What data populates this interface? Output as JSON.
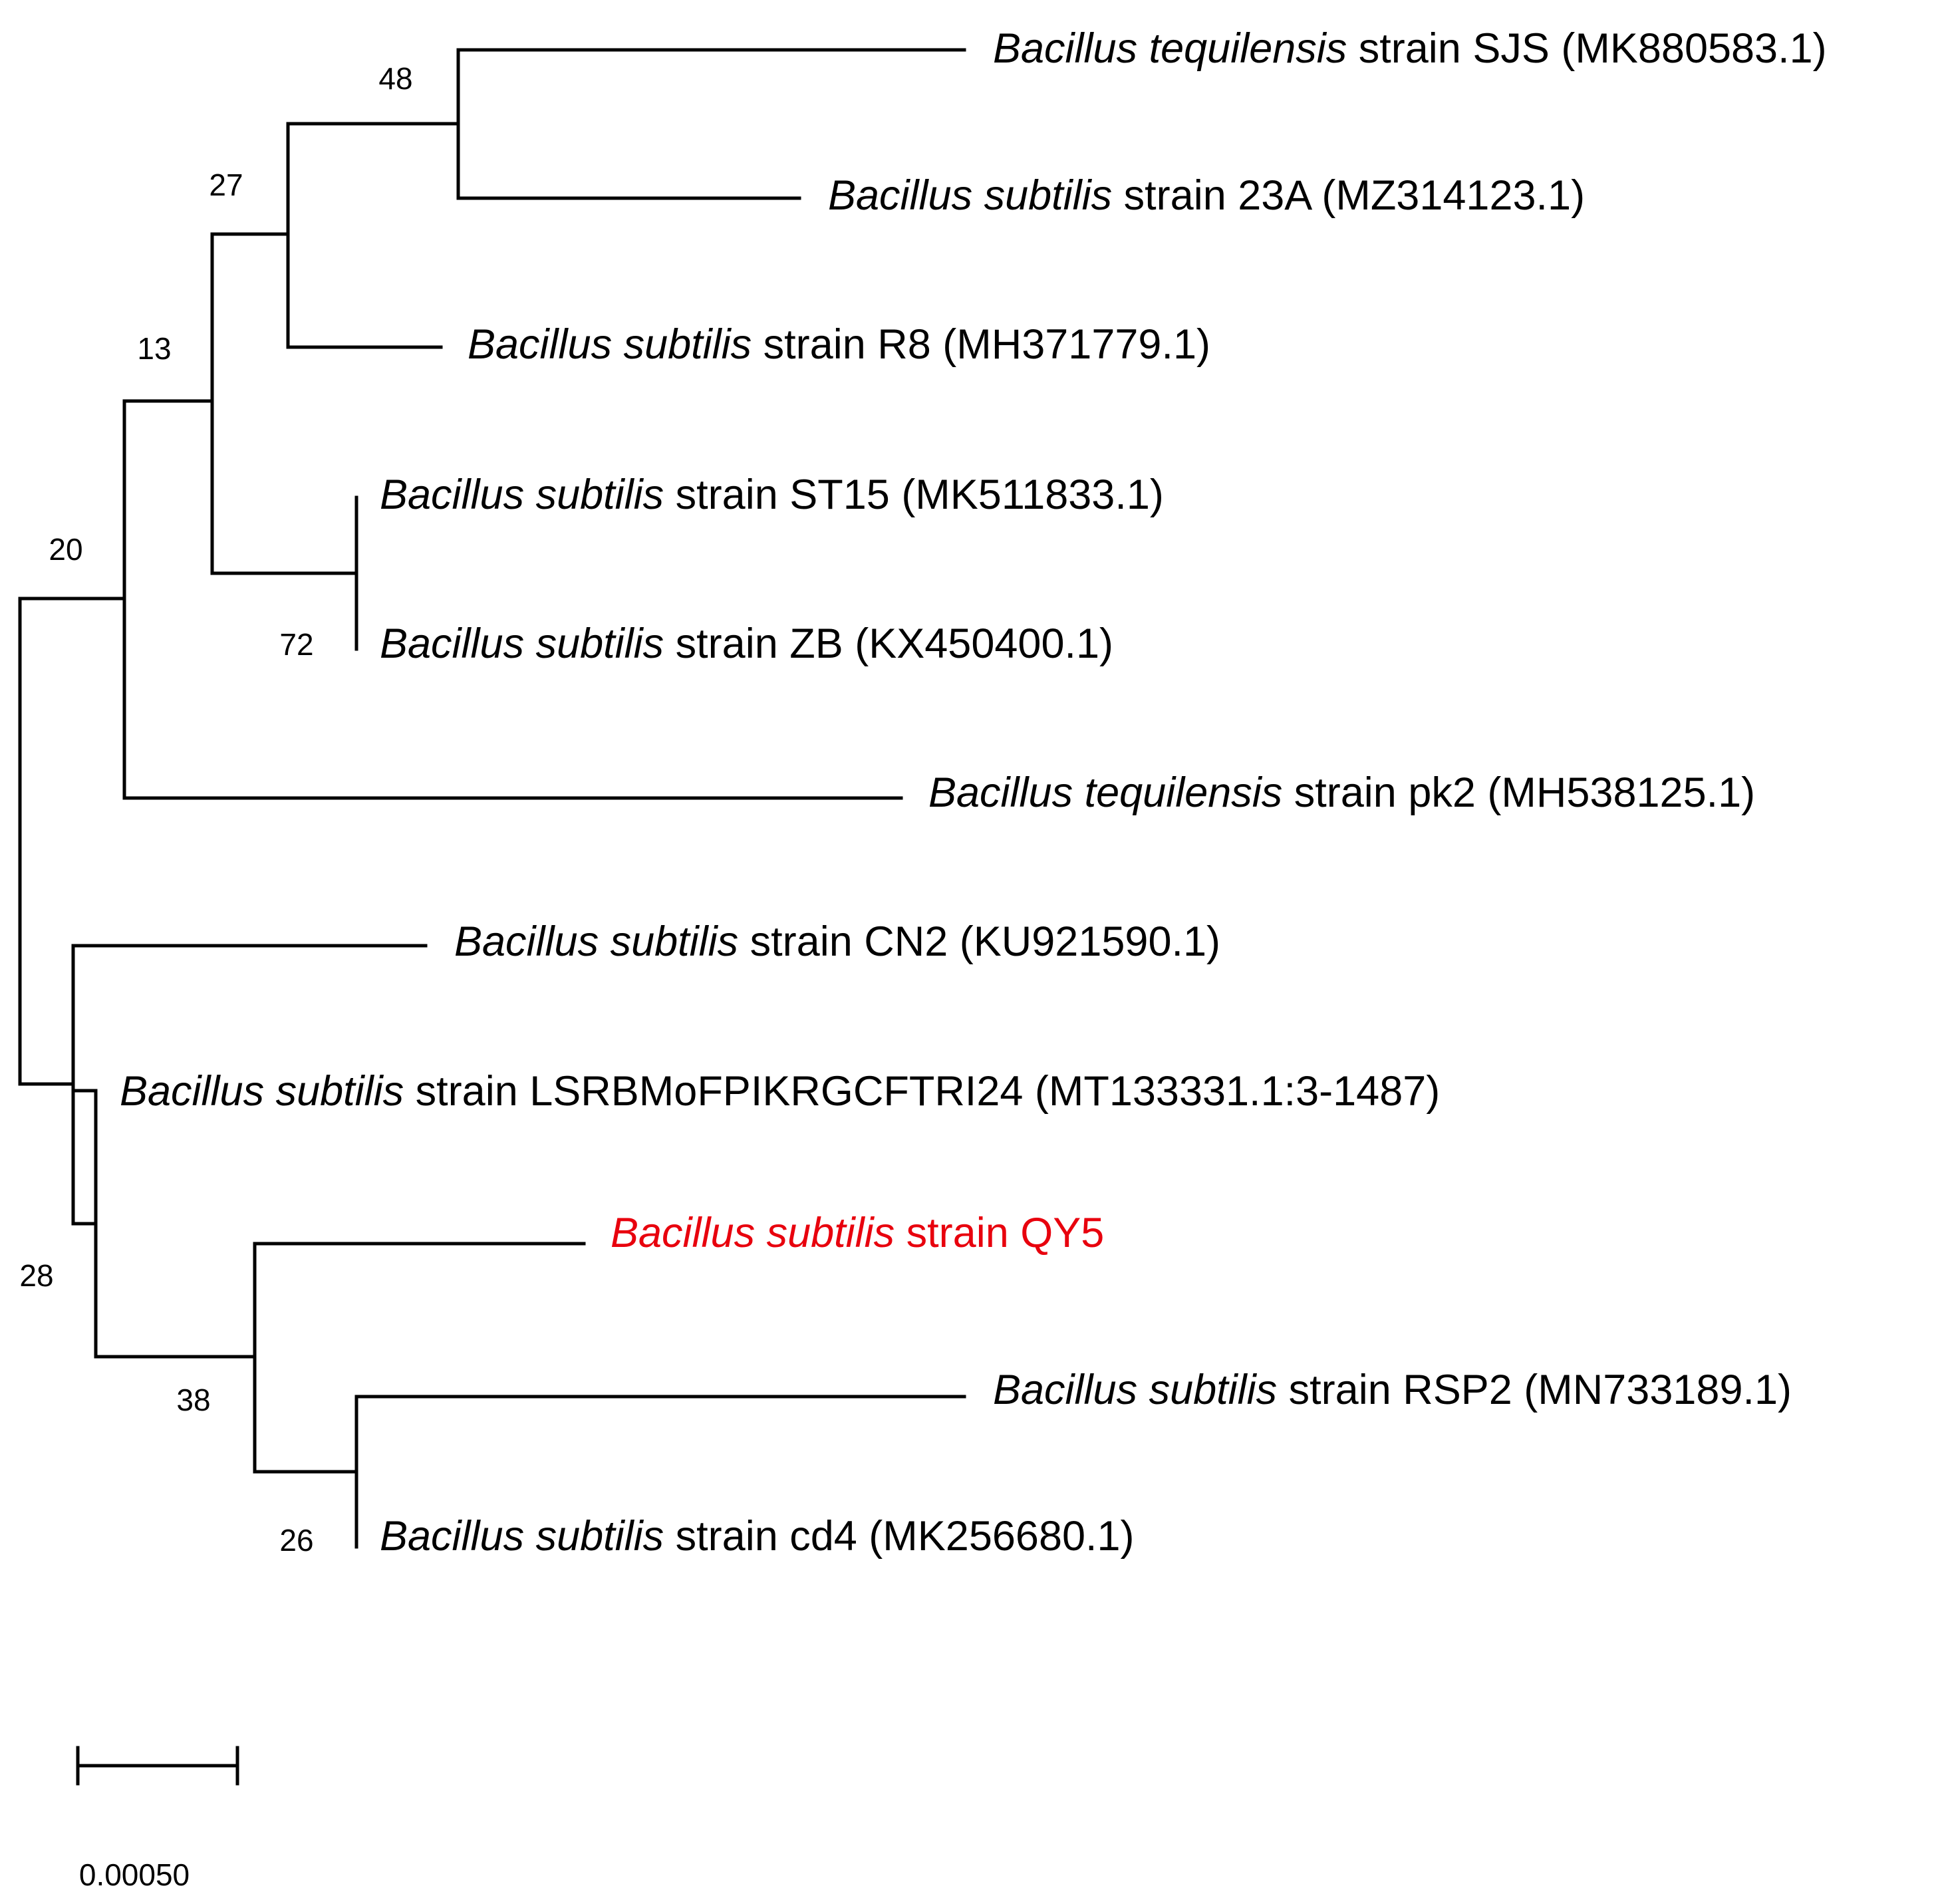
{
  "tree": {
    "line_color": "#000000",
    "highlight_color": "#e8000d",
    "taxa": [
      {
        "species": "Bacillus tequilensis",
        "rest": " strain SJS (MK880583.1)",
        "highlighted": false
      },
      {
        "species": "Bacillus subtilis",
        "rest": " strain 23A (MZ314123.1)",
        "highlighted": false
      },
      {
        "species": "Bacillus subtilis",
        "rest": " strain R8 (MH371779.1)",
        "highlighted": false
      },
      {
        "species": "Bacillus subtilis",
        "rest": " strain ST15 (MK511833.1)",
        "highlighted": false
      },
      {
        "species": "Bacillus subtilis",
        "rest": " strain ZB (KX450400.1)",
        "highlighted": false
      },
      {
        "species": "Bacillus tequilensis",
        "rest": " strain pk2 (MH538125.1)",
        "highlighted": false
      },
      {
        "species": "Bacillus subtilis",
        "rest": " strain CN2 (KU921590.1)",
        "highlighted": false
      },
      {
        "species": "Bacillus subtilis",
        "rest": " strain LSRBMoFPIKRGCFTRI24 (MT133331.1:3-1487)",
        "highlighted": false
      },
      {
        "species": "Bacillus subtilis",
        "rest": " strain QY5",
        "highlighted": true
      },
      {
        "species": "Bacillus subtilis",
        "rest": " strain RSP2 (MN733189.1)",
        "highlighted": false
      },
      {
        "species": "Bacillus subtilis",
        "rest": " strain cd4 (MK256680.1)",
        "highlighted": false
      }
    ],
    "bootstrap_values": [
      "48",
      "27",
      "13",
      "72",
      "20",
      "28",
      "38",
      "26"
    ],
    "scale_bar_label": "0.00050"
  }
}
